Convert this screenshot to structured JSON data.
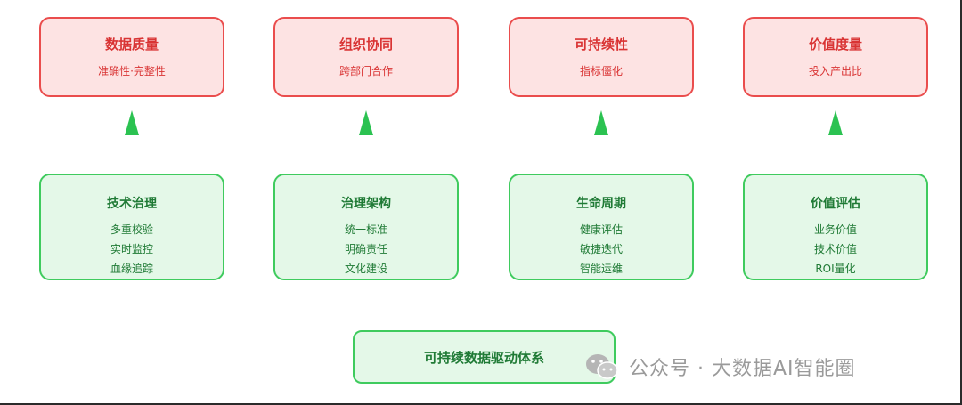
{
  "goals": [
    {
      "title": "数据质量",
      "subtitle": "准确性·完整性"
    },
    {
      "title": "组织协同",
      "subtitle": "跨部门合作"
    },
    {
      "title": "可持续性",
      "subtitle": "指标僵化"
    },
    {
      "title": "价值度量",
      "subtitle": "投入产出比"
    }
  ],
  "pillars": [
    {
      "title": "技术治理",
      "items": [
        "多重校验",
        "实时监控",
        "血缘追踪"
      ]
    },
    {
      "title": "治理架构",
      "items": [
        "统一标准",
        "明确责任",
        "文化建设"
      ]
    },
    {
      "title": "生命周期",
      "items": [
        "健康评估",
        "敏捷迭代",
        "智能运维"
      ]
    },
    {
      "title": "价值评估",
      "items": [
        "业务价值",
        "技术价值",
        "ROI量化"
      ]
    }
  ],
  "foundation": {
    "label": "可持续数据驱动体系"
  },
  "watermark": {
    "text": "公众号 · 大数据AI智能圈",
    "icon": "wechat-icon"
  },
  "colors": {
    "goal_fill": "#fde3e3",
    "goal_border": "#ea4d4d",
    "goal_text": "#d93434",
    "base_fill": "#e4f8e8",
    "base_border": "#3fcb5e",
    "base_text": "#1f7a35",
    "arrow": "#2bc251"
  }
}
